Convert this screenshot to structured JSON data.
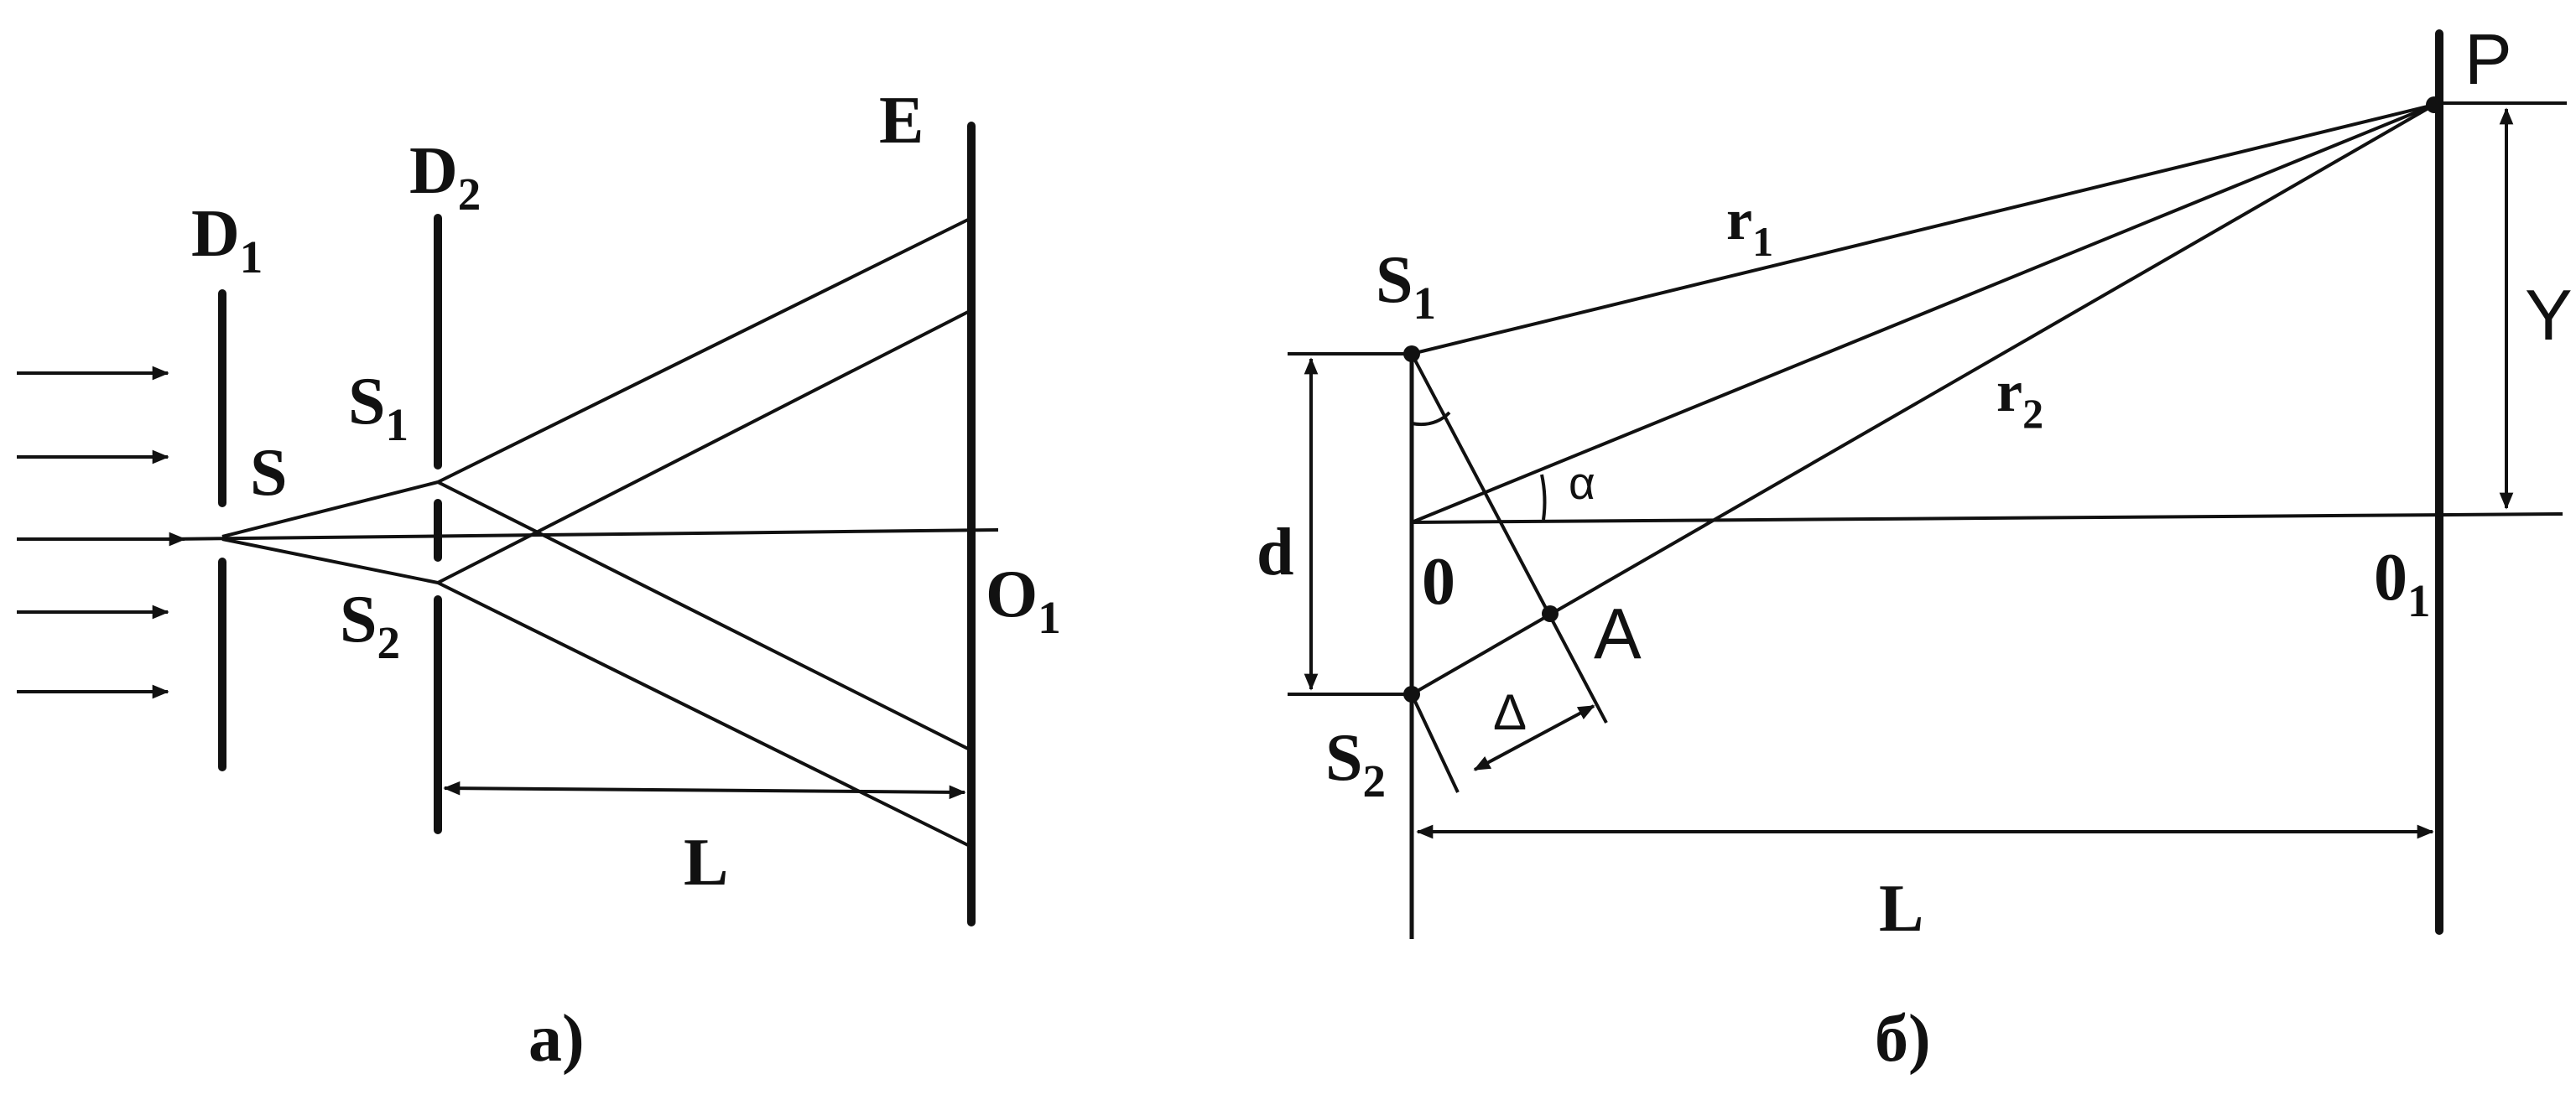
{
  "panel_a": {
    "caption": "а)",
    "labels": {
      "D1": {
        "main": "D",
        "sub": "1"
      },
      "D2": {
        "main": "D",
        "sub": "2"
      },
      "E": "E",
      "S": "S",
      "S1": {
        "main": "S",
        "sub": "1"
      },
      "S2": {
        "main": "S",
        "sub": "2"
      },
      "O1": {
        "main": "O",
        "sub": "1"
      },
      "L": "L"
    }
  },
  "panel_b": {
    "caption": "б)",
    "labels": {
      "P": "P",
      "r1": {
        "main": "r",
        "sub": "1"
      },
      "r2": {
        "main": "r",
        "sub": "2"
      },
      "S1": {
        "main": "S",
        "sub": "1"
      },
      "S2": {
        "main": "S",
        "sub": "2"
      },
      "Y": "Y",
      "d": "d",
      "alpha": "α",
      "zero": "0",
      "O1": {
        "main": "0",
        "sub": "1"
      },
      "A": "A",
      "delta": "Δ",
      "L": "L"
    }
  }
}
